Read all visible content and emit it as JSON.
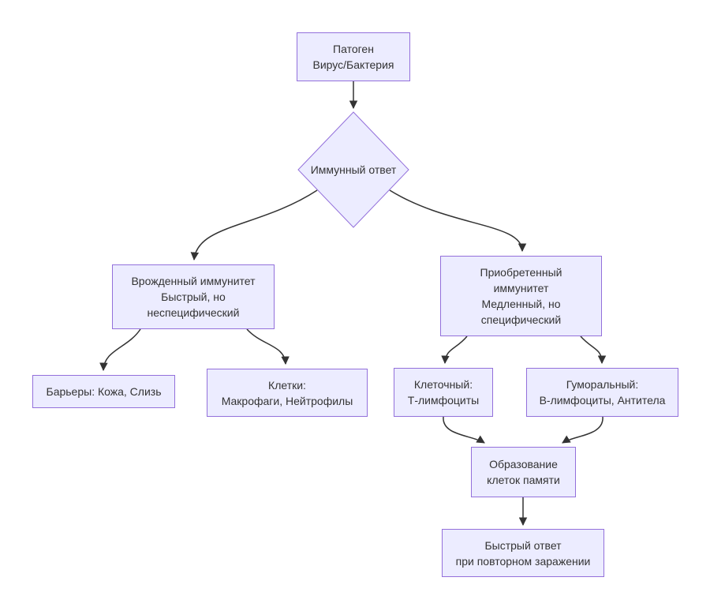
{
  "diagram": {
    "type": "flowchart",
    "language": "ru",
    "topic": "Immune response flowchart",
    "colors": {
      "background": "#ffffff",
      "node_fill": "#ECECFF",
      "node_border": "#9370DB",
      "edge_color": "#333333",
      "text_color": "#333333"
    },
    "nodes": {
      "pathogen": {
        "shape": "rect",
        "lines": [
          "Патоген",
          "Вирус/Бактерия"
        ]
      },
      "immune_response": {
        "shape": "diamond",
        "lines": [
          "Иммунный ответ"
        ]
      },
      "innate": {
        "shape": "rect",
        "lines": [
          "Врожденный иммунитет",
          "Быстрый, но",
          "неспецифический"
        ]
      },
      "adaptive": {
        "shape": "rect",
        "lines": [
          "Приобретенный",
          "иммунитет",
          "Медленный, но",
          "специфический"
        ]
      },
      "barriers": {
        "shape": "rect",
        "lines": [
          "Барьеры: Кожа, Слизь"
        ]
      },
      "cells": {
        "shape": "rect",
        "lines": [
          "Клетки:",
          "Макрофаги, Нейтрофилы"
        ]
      },
      "cellular": {
        "shape": "rect",
        "lines": [
          "Клеточный:",
          "Т-лимфоциты"
        ]
      },
      "humoral": {
        "shape": "rect",
        "lines": [
          "Гуморальный:",
          "В-лимфоциты, Антитела"
        ]
      },
      "memory": {
        "shape": "rect",
        "lines": [
          "Образование",
          "клеток памяти"
        ]
      },
      "fast_response": {
        "shape": "rect",
        "lines": [
          "Быстрый ответ",
          "при повторном заражении"
        ]
      }
    },
    "edges": [
      {
        "from": "pathogen",
        "to": "immune_response"
      },
      {
        "from": "immune_response",
        "to": "innate"
      },
      {
        "from": "immune_response",
        "to": "adaptive"
      },
      {
        "from": "innate",
        "to": "barriers"
      },
      {
        "from": "innate",
        "to": "cells"
      },
      {
        "from": "adaptive",
        "to": "cellular"
      },
      {
        "from": "adaptive",
        "to": "humoral"
      },
      {
        "from": "cellular",
        "to": "memory"
      },
      {
        "from": "humoral",
        "to": "memory"
      },
      {
        "from": "memory",
        "to": "fast_response"
      }
    ]
  }
}
